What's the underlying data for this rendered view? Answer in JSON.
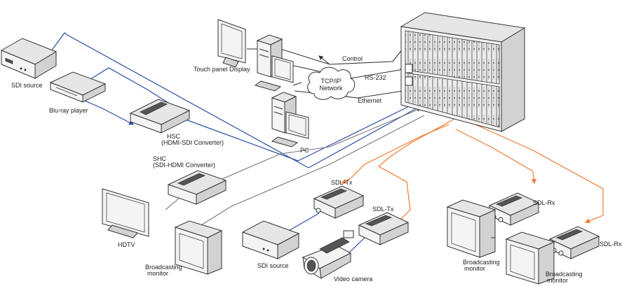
{
  "labels": {
    "touch_panel": "Touch panel Display",
    "sdi_source_top": "SDI source",
    "bluray": "Blu-ray player",
    "hsc_title": "HSC",
    "hsc_desc": "(HDMI-SDI Converter)",
    "pc": "PC",
    "control": "Control",
    "rs232": "RS-232",
    "ethernet": "Ethernet",
    "network_l1": "TCP/IP",
    "network_l2": "Network",
    "shc_title": "SHC",
    "shc_desc": "(SDI-HDMI Converter)",
    "sdl_tx_1": "SDL-Tx",
    "sdl_tx_2": "SDL-Tx",
    "sdl_rx_1": "SDL-Rx",
    "sdl_rx_2": "SDL-Rx",
    "hdtv": "HDTV",
    "bcast_monitor_left_l1": "Broadcasting",
    "bcast_monitor_left_l2": "monitor",
    "sdi_source_bottom": "SDI source",
    "video_camera": "Video camera",
    "bcast_monitor_r1_l1": "Broadcasting",
    "bcast_monitor_r1_l2": "monitor",
    "bcast_monitor_r2_l1": "Broadcasting",
    "bcast_monitor_r2_l2": "monitor"
  },
  "colors": {
    "sdi_link": "#2a4fa3",
    "fiber_link": "#ef7a2e",
    "control_link": "#333333"
  }
}
